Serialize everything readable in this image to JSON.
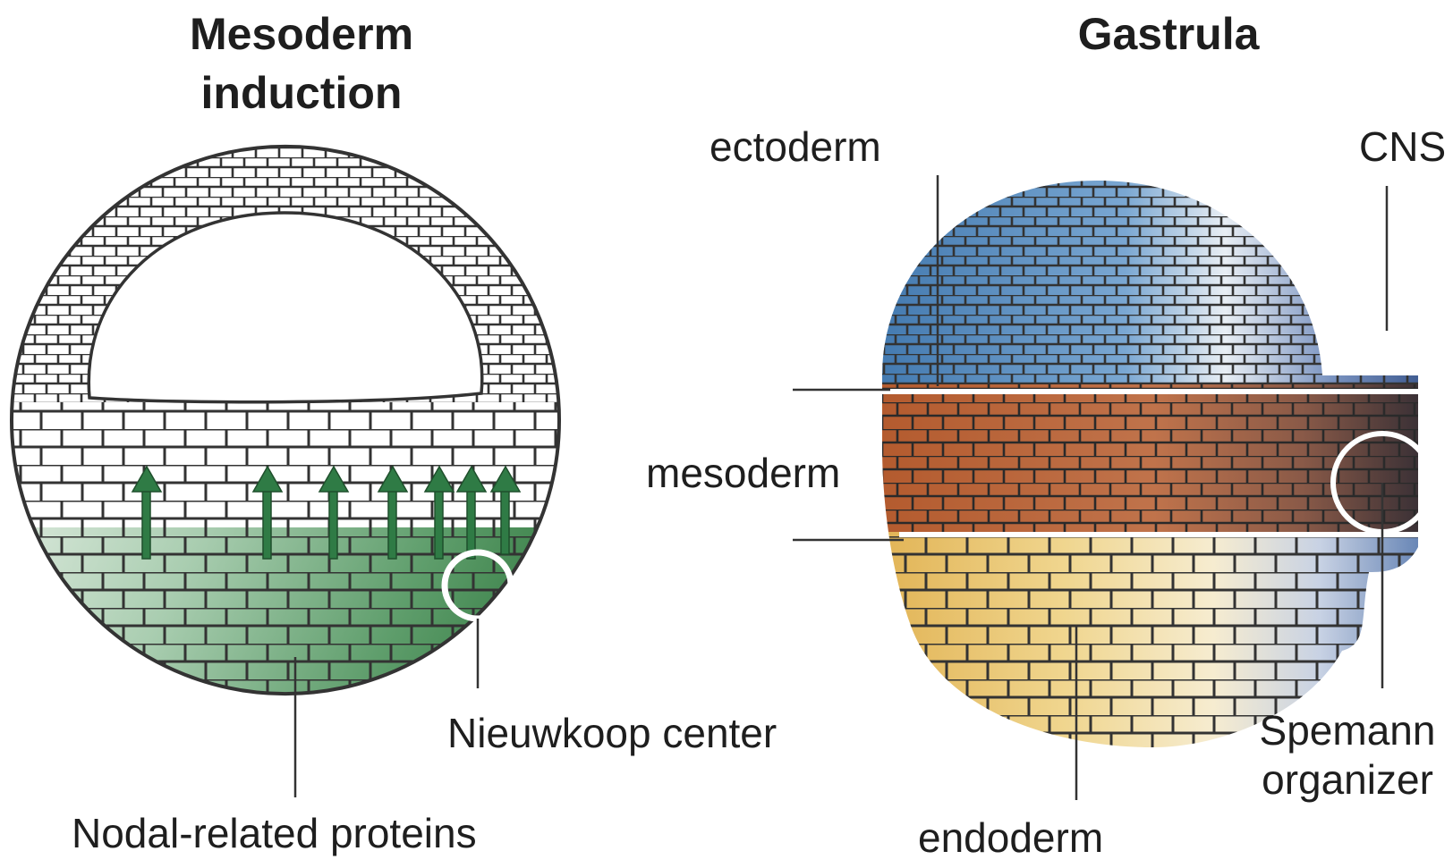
{
  "left_panel": {
    "title_line1": "Mesoderm",
    "title_line2": "induction",
    "label_nieuwkoop": "Nieuwkoop center",
    "label_nodal": "Nodal-related proteins"
  },
  "right_panel": {
    "title": "Gastrula",
    "label_ectoderm": "ectoderm",
    "label_cns": "CNS",
    "label_mesoderm": "mesoderm",
    "label_spemann_line1": "Spemann",
    "label_spemann_line2": "organizer",
    "label_endoderm": "endoderm"
  },
  "colors": {
    "nodal_green": "#3d8a4e",
    "ectoderm_blue": "#4a7fb5",
    "cns_navy": "#2b4a82",
    "mesoderm_brown": "#b0603a",
    "organizer_dark": "#2a2a33",
    "endoderm_yellow": "#e8c46a",
    "cell_outline": "#333333"
  },
  "icons": [
    "nodal-signal-arrow-icon",
    "nieuwkoop-circle-icon",
    "spemann-circle-icon"
  ]
}
